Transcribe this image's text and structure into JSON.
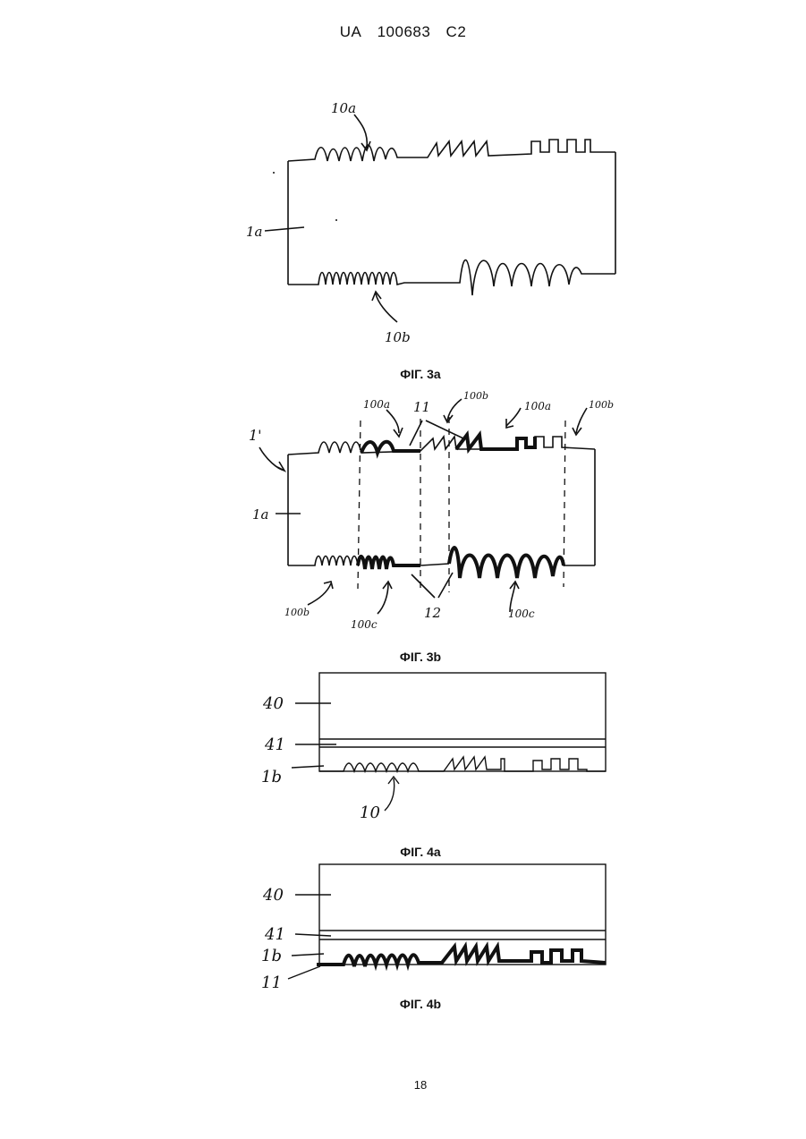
{
  "header": {
    "country": "UA",
    "number": "100683",
    "kind": "C2"
  },
  "figures": {
    "fig3a": {
      "caption": "ФІГ. 3a",
      "labels": {
        "top_profile": "10a",
        "body": "1a",
        "bottom_profile": "10b"
      }
    },
    "fig3b": {
      "caption": "ФІГ. 3b",
      "labels": {
        "device": "1'",
        "body": "1a",
        "top_a1": "100a",
        "top_11": "11",
        "top_b1": "100b",
        "top_a2": "100a",
        "top_b2": "100b",
        "bottom_b": "100b",
        "bottom_c1": "100c",
        "bottom_12": "12",
        "bottom_c2": "100c"
      }
    },
    "fig4a": {
      "caption": "ФІГ. 4a",
      "labels": {
        "layer_40": "40",
        "layer_41": "41",
        "layer_1b": "1b",
        "profile_10": "10"
      }
    },
    "fig4b": {
      "caption": "ФІГ. 4b",
      "labels": {
        "layer_40": "40",
        "layer_41": "41",
        "layer_1b": "1b",
        "layer_11": "11"
      }
    }
  },
  "page_number": "18"
}
